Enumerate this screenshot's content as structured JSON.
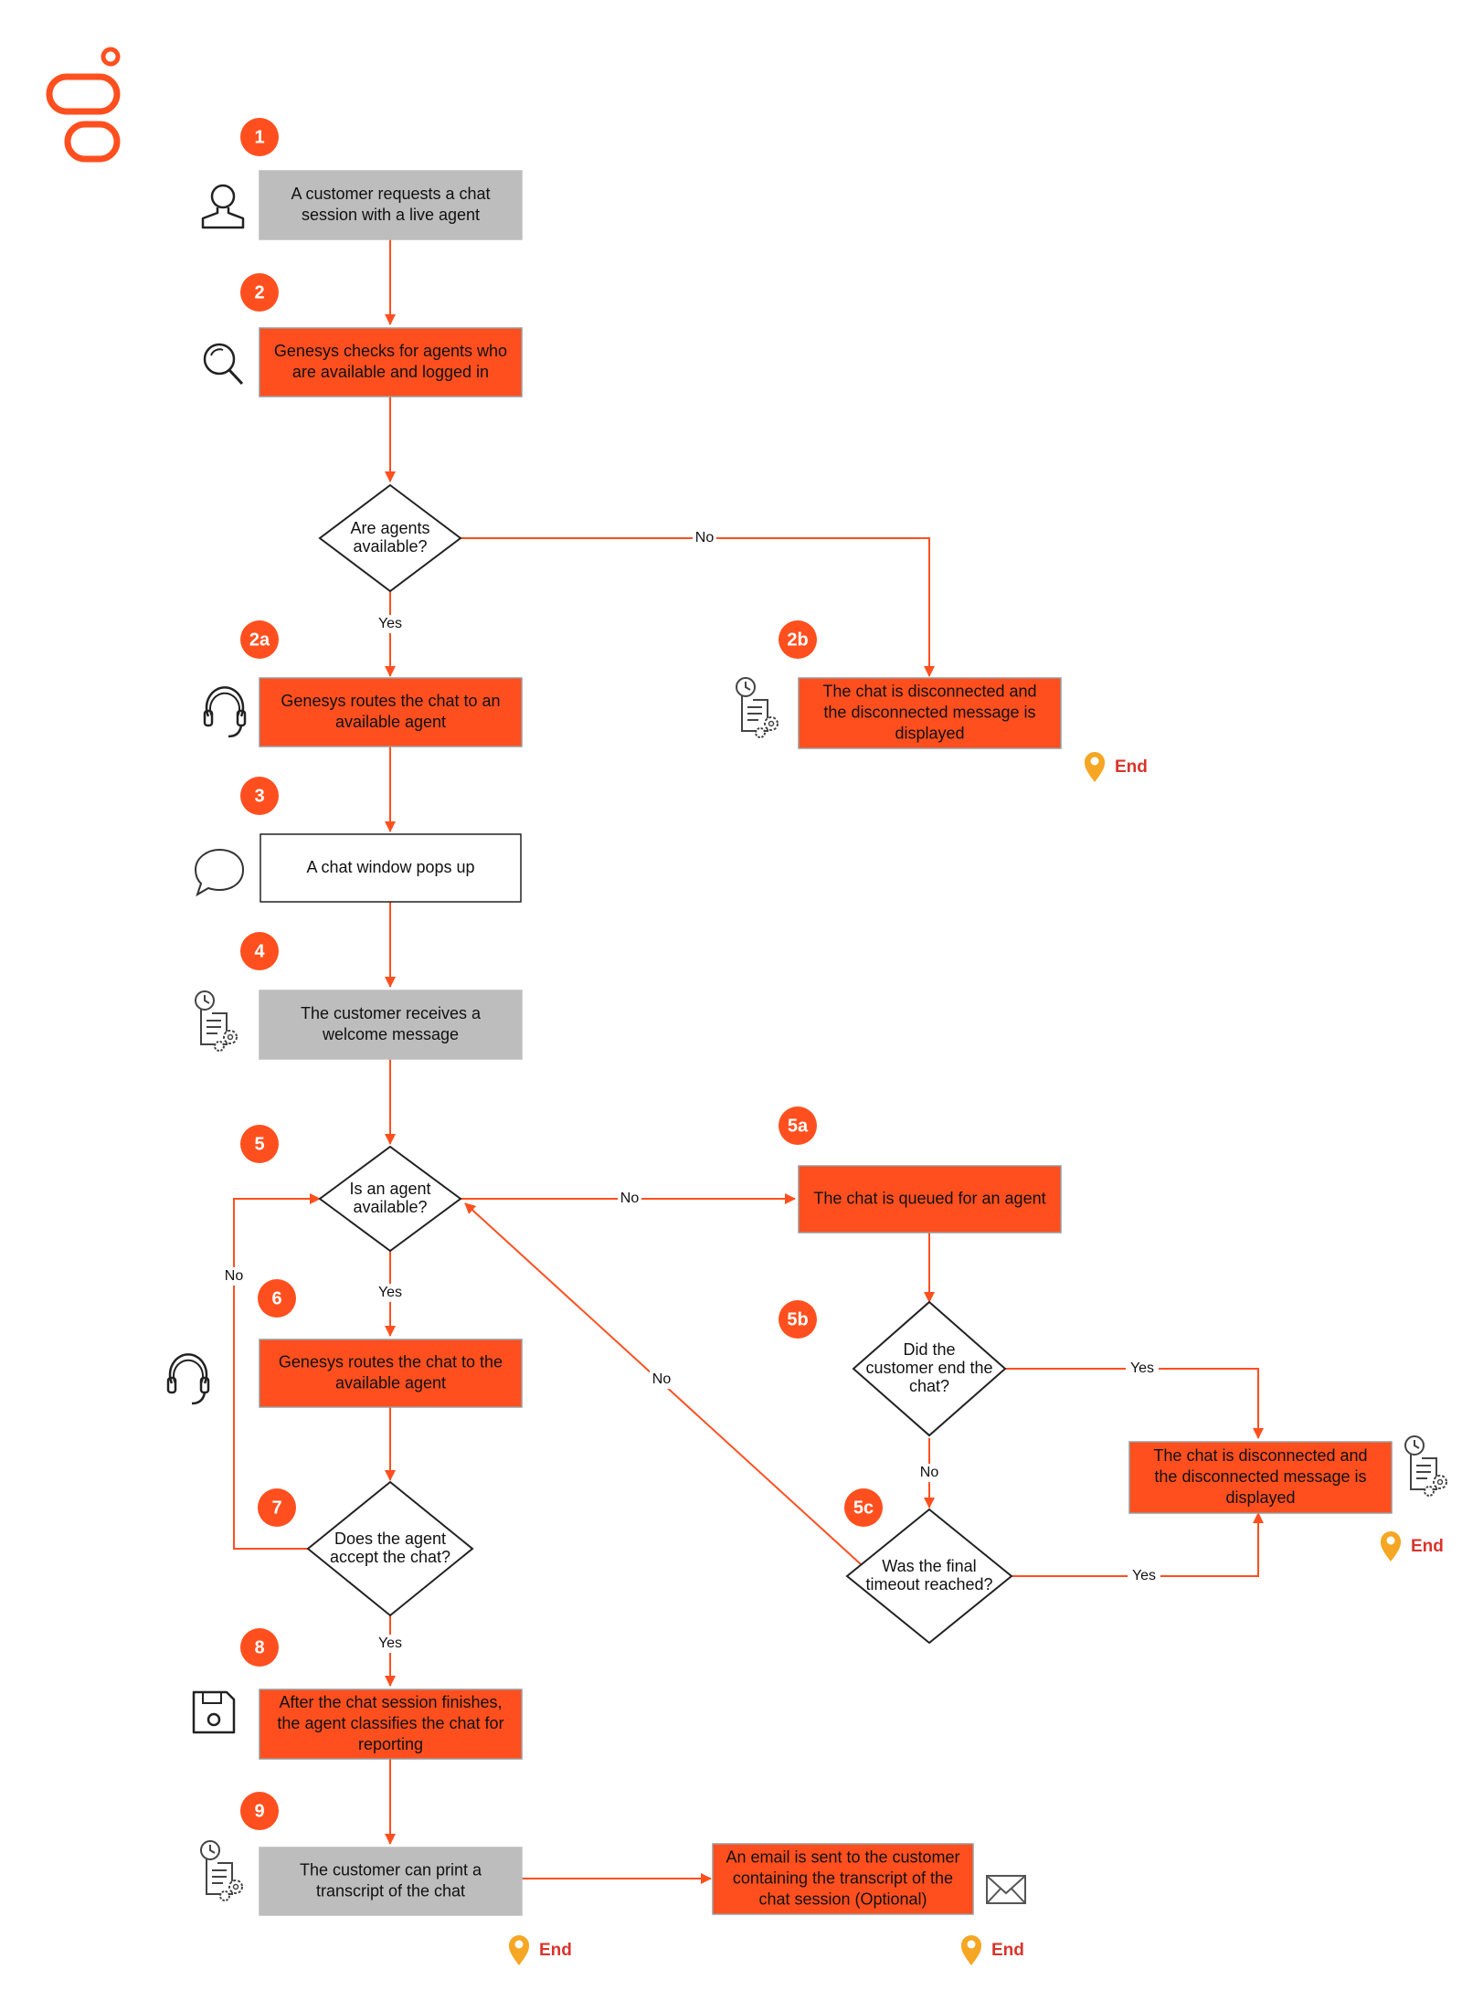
{
  "colors": {
    "accent": "#ff4f1f",
    "grey_box": "#bdbdbd",
    "line": "#ff4f1f",
    "end_pin": "#f5a623",
    "end_text": "#d9342b"
  },
  "logo": "genesys-logo",
  "steps": {
    "s1": "1",
    "s2": "2",
    "s2a": "2a",
    "s2b": "2b",
    "s3": "3",
    "s4": "4",
    "s5": "5",
    "s5a": "5a",
    "s5b": "5b",
    "s5c": "5c",
    "s6": "6",
    "s7": "7",
    "s8": "8",
    "s9": "9"
  },
  "nodes": {
    "request": [
      "A customer requests a chat",
      "session with a live agent"
    ],
    "check": [
      "Genesys checks for agents who",
      "are available and logged in"
    ],
    "q_available": [
      "Are agents",
      "available?"
    ],
    "route1": [
      "Genesys routes the chat to an",
      "available agent"
    ],
    "disc1": [
      "The chat is disconnected and",
      "the disconnected message is",
      "displayed"
    ],
    "window": [
      "A chat window pops up"
    ],
    "welcome": [
      "The customer receives a",
      "welcome message"
    ],
    "q_agent": [
      "Is an agent",
      "available?"
    ],
    "queued": [
      "The chat is queued for an agent"
    ],
    "q_end": [
      "Did the",
      "customer end the",
      "chat?"
    ],
    "route2": [
      "Genesys routes the chat to the",
      "available agent"
    ],
    "disc2": [
      "The chat is disconnected and",
      "the disconnected message is",
      "displayed"
    ],
    "q_accept": [
      "Does the agent",
      "accept the chat?"
    ],
    "q_timeout": [
      "Was the final",
      "timeout reached?"
    ],
    "classify": [
      "After the chat session finishes,",
      "the agent classifies the chat for",
      "reporting"
    ],
    "transcript": [
      "The customer can print a",
      "transcript of the chat"
    ],
    "email": [
      "An email is sent to the customer",
      "containing the transcript of the",
      "chat session (Optional)"
    ]
  },
  "labels": {
    "no_available": "No",
    "yes_available": "Yes",
    "no_agent": "No",
    "yes_agent": "Yes",
    "no_accept": "No",
    "yes_accept": "Yes",
    "no_timeout": "No",
    "yes_end": "Yes",
    "no_end": "No",
    "yes_timeout": "Yes"
  },
  "ends": {
    "end1": "End",
    "end2": "End",
    "end3": "End",
    "end4": "End"
  },
  "icons": {
    "request": "person-icon",
    "check": "search-icon",
    "route1": "headset-icon",
    "disc1": "document-gear-icon",
    "window": "chat-bubble-icon",
    "welcome": "document-gear-icon",
    "route2": "headset-icon",
    "disc2": "document-gear-icon",
    "classify": "save-icon",
    "transcript": "document-gear-icon",
    "email": "envelope-icon"
  }
}
